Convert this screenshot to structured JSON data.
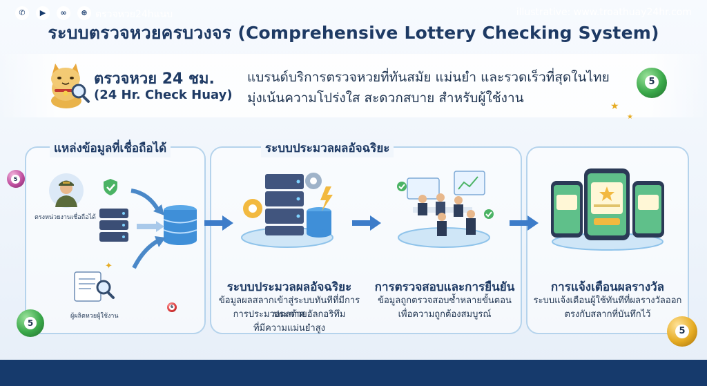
{
  "header": {
    "title": "ระบบตรวจหวยครบวงจร (Comprehensive Lottery Checking System)"
  },
  "brand": {
    "name_th": "ตรวจหวย 24 ชม.",
    "name_en": "(24 Hr. Check Huay)",
    "desc_line1": "แบรนด์บริการตรวจหวยที่ทันสมัย แม่นยำ และรวดเร็วที่สุดในไทย",
    "desc_line2": "มุ่งเน้นความโปร่งใส สะดวกสบาย สำหรับผู้ใช้งาน"
  },
  "panels": {
    "sources": {
      "title": "แหล่งข้อมูลที่เชื่อถือได้",
      "label_official": "ตรงหน่วยงานเชื่อถือได้",
      "label_reporter": "ผู้ผลิตหวยผู้ใช้งาน"
    },
    "processing": {
      "title": "ระบบประมวลผลอัจฉริยะ",
      "step_title": "ระบบประมวลผลอัจฉริยะ",
      "step_line1": "ข้อมูลผลสลากเข้าสู่ระบบทันทีที่มีการประกาศ",
      "step_line2": "การประมวลผลด้วยอัลกอริทึม",
      "step_line3": "ที่มีความแม่นยำสูง"
    },
    "verification": {
      "step_title": "การตรวจสอบและการยืนยัน",
      "step_line1": "ข้อมูลถูกตรวจสอบซ้ำหลายขั้นตอน",
      "step_line2": "เพื่อความถูกต้องสมบูรณ์"
    },
    "notification": {
      "step_title": "การแจ้งเตือนผลรางวัล",
      "step_line1": "ระบบแจ้งเตือนผู้ใช้ทันทีที่ผลรางวัลออก",
      "step_line2": "ตรงกับสลากที่บันทึกไว้"
    }
  },
  "balls": {
    "ball_a": "5",
    "ball_b": "5",
    "ball_c": "5",
    "ball_d": "5",
    "ball_e": "6"
  },
  "footer": {
    "site_label": "ตรวจหวย24hแนบ",
    "credit": "illustrative: www.troathuay24hr.com"
  },
  "colors": {
    "navy": "#1e3a64",
    "panel_border": "#b5d3ec",
    "footer_bg": "#163a6c",
    "arrow_blue": "#3d7cc9",
    "ball_green": "#3aa84a",
    "ball_gold": "#e6ac24",
    "ball_pink": "#c04f9f"
  }
}
